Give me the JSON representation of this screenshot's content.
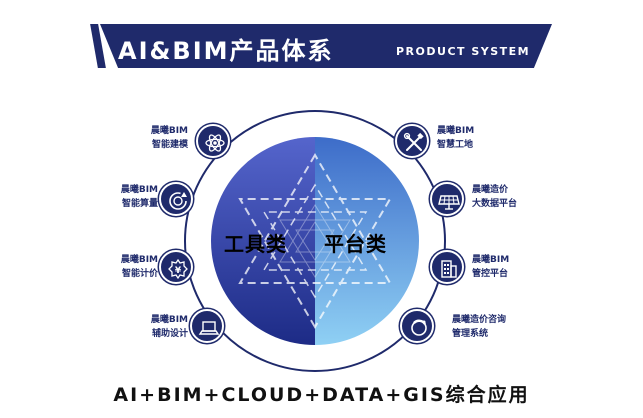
{
  "title": {
    "main": "AI&BIM产品体系",
    "sub": "PRODUCT SYSTEM"
  },
  "center": {
    "left_label": "工具类",
    "right_label": "平台类"
  },
  "left_items": [
    {
      "line1": "晨曦BIM",
      "line2": "智能建模",
      "icon": "atom-icon"
    },
    {
      "line1": "晨曦BIM",
      "line2": "智能算量",
      "icon": "refresh-circle-icon"
    },
    {
      "line1": "晨曦BIM",
      "line2": "智能计价",
      "icon": "yen-badge-icon"
    },
    {
      "line1": "晨曦BIM",
      "line2": "辅助设计",
      "icon": "laptop-icon"
    }
  ],
  "right_items": [
    {
      "line1": "晨曦BIM",
      "line2": "智慧工地",
      "icon": "tools-icon"
    },
    {
      "line1": "晨曦造价",
      "line2": "大数据平台",
      "icon": "solar-panel-icon"
    },
    {
      "line1": "晨曦BIM",
      "line2": "管控平台",
      "icon": "building-icon"
    },
    {
      "line1": "晨曦造价咨询",
      "line2": "管理系统",
      "icon": "planet-icon"
    }
  ],
  "footer": "AI+BIM+CLOUD+DATA+GIS综合应用",
  "colors": {
    "navy": "#1f2a6b",
    "left_gradient_start": "#4a5bc4",
    "left_gradient_end": "#1e2e8a",
    "right_gradient_start": "#9fd0f2",
    "right_gradient_end": "#3f84d6"
  }
}
